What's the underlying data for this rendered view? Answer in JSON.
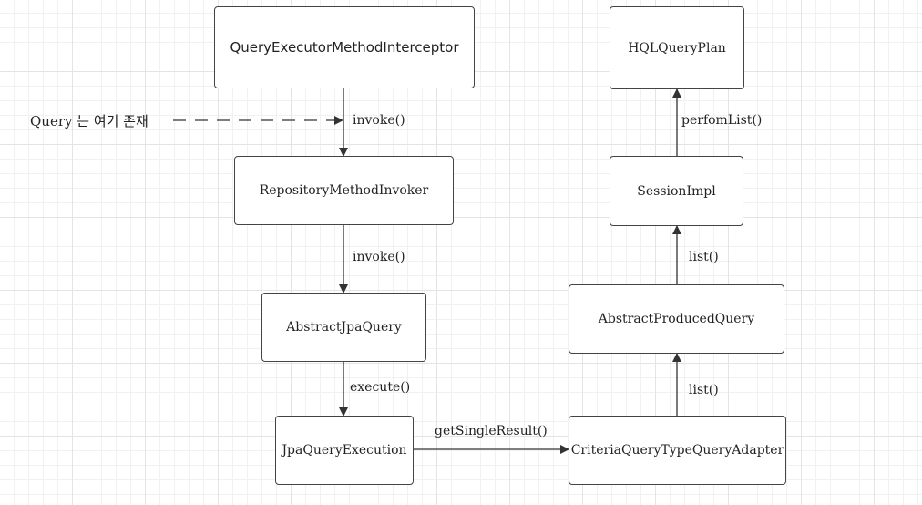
{
  "nodes": {
    "query_executor_method_interceptor": "QueryExecutorMethodInterceptor",
    "repository_method_invoker": "RepositoryMethodInvoker",
    "abstract_jpa_query": "AbstractJpaQuery",
    "jpa_query_execution": "JpaQueryExecution",
    "criteria_query_type_query_adapter": "CriteriaQueryTypeQueryAdapter",
    "abstract_produced_query": "AbstractProducedQuery",
    "session_impl": "SessionImpl",
    "hql_query_plan": "HQLQueryPlan"
  },
  "edges": {
    "interceptor_to_invoker": "invoke()",
    "invoker_to_jpa_query": "invoke()",
    "jpa_query_to_execution": "execute()",
    "execution_to_adapter": "getSingleResult()",
    "adapter_to_produced_query": "list()",
    "produced_query_to_session": "list()",
    "session_to_plan": "perfomList()"
  },
  "annotation": {
    "text": "Query 는 여기 존재"
  }
}
